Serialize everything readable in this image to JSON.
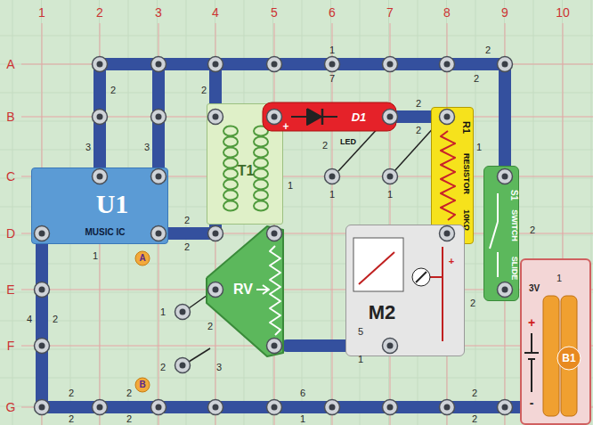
{
  "diagram": {
    "nodes": [
      {
        "text": [
          "T1"
        ]
      },
      {
        "text": [
          "D1",
          "LED",
          "+"
        ]
      },
      {
        "text": [
          "R1",
          "RESISTOR",
          "10KΩ"
        ]
      },
      {
        "text": [
          "U1",
          "MUSIC IC"
        ]
      },
      {
        "text": [
          "S1",
          "SWITCH",
          "SLIDE"
        ]
      },
      {
        "text": [
          "RV"
        ]
      },
      {
        "text": [
          "M2",
          "+"
        ]
      },
      {
        "text": [
          "B1",
          "3V",
          "+",
          "-"
        ]
      }
    ],
    "edges": [
      {
        "from": 3,
        "to": 0,
        "arrow": "none"
      },
      {
        "from": 3,
        "to": 0,
        "arrow": "none"
      },
      {
        "from": 3,
        "to": 4,
        "arrow": "none"
      },
      {
        "from": 1,
        "to": 2,
        "arrow": "none"
      },
      {
        "from": 5,
        "to": 6,
        "arrow": "none"
      },
      {
        "from": 7,
        "to": 3,
        "arrow": "none"
      }
    ],
    "labels": [
      "1",
      "2",
      "3",
      "4",
      "5",
      "6",
      "7",
      "8",
      "9",
      "10",
      "A",
      "B",
      "C",
      "D",
      "E",
      "F",
      "G",
      "1",
      "7",
      "2",
      "2",
      "2",
      "3",
      "3",
      "2",
      "2",
      "2",
      "1",
      "2",
      "1",
      "1",
      "1",
      "2",
      "2",
      "1",
      "A",
      "4",
      "2",
      "1",
      "2",
      "3",
      "2",
      "B",
      "5",
      "1",
      "2",
      "2",
      "1",
      "2",
      "2",
      "2",
      "2",
      "6",
      "1",
      "2",
      "2"
    ]
  }
}
